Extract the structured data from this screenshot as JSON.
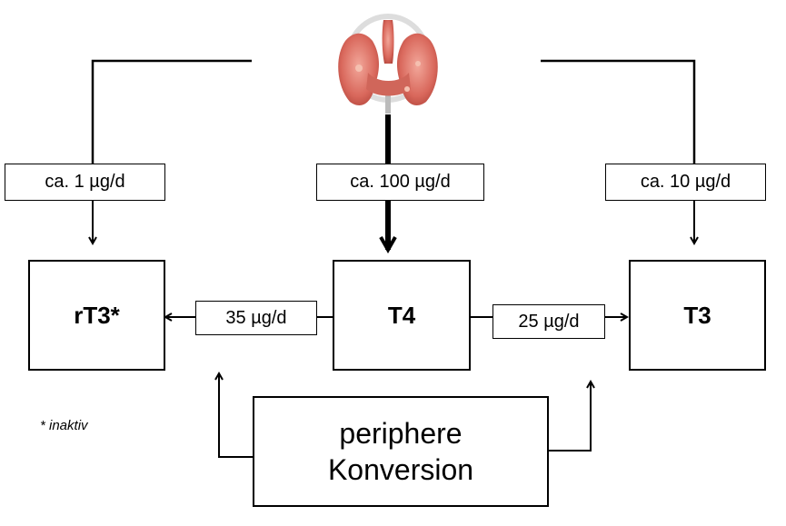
{
  "nodes": {
    "rt3": "rT3*",
    "t4": "T4",
    "t3": "T3",
    "conversion_line1": "periphere",
    "conversion_line2": "Konversion"
  },
  "rates": {
    "to_rt3": "ca. 1 µg/d",
    "to_t4": "ca. 100 µg/d",
    "to_t3": "ca. 10 µg/d",
    "t4_to_rt3": "35 µg/d",
    "t4_to_t3": "25 µg/d"
  },
  "footnote": "* inaktiv",
  "icons": {
    "gland": "thyroid-gland-icon"
  }
}
